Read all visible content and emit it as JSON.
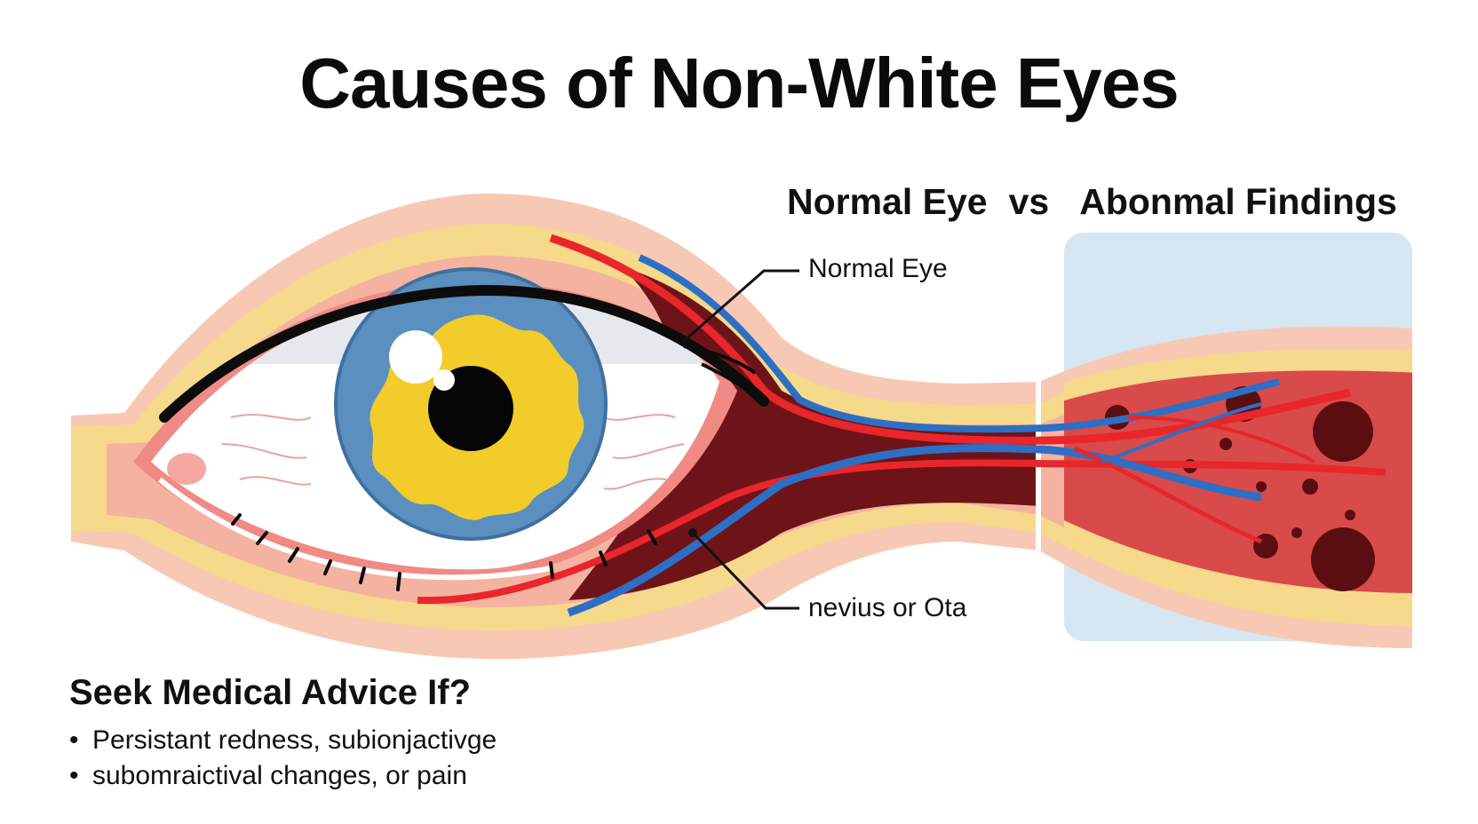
{
  "title": "Causes of Non-White Eyes",
  "comparison": {
    "left": "Normal Eye",
    "vs": "vs",
    "right": "Abonmal Findings"
  },
  "callouts": {
    "normal": "Normal Eye",
    "nevus": "nevius or Ota"
  },
  "advice": {
    "title": "Seek Medical Advice If?",
    "items": [
      "Persistant redness, subionjactivge",
      "subomraictival changes, or pain"
    ]
  },
  "colors": {
    "skin": "#f7c9b4",
    "fat": "#f6d98a",
    "iris": "#5b8fbf",
    "iris_yellow": "#f2cc2a",
    "artery": "#e8262b",
    "vein": "#2d6fc4",
    "tissue_dark": "#6e1418",
    "abnormal_bg": "#d6e6f2",
    "lesion": "#5a0e10"
  }
}
